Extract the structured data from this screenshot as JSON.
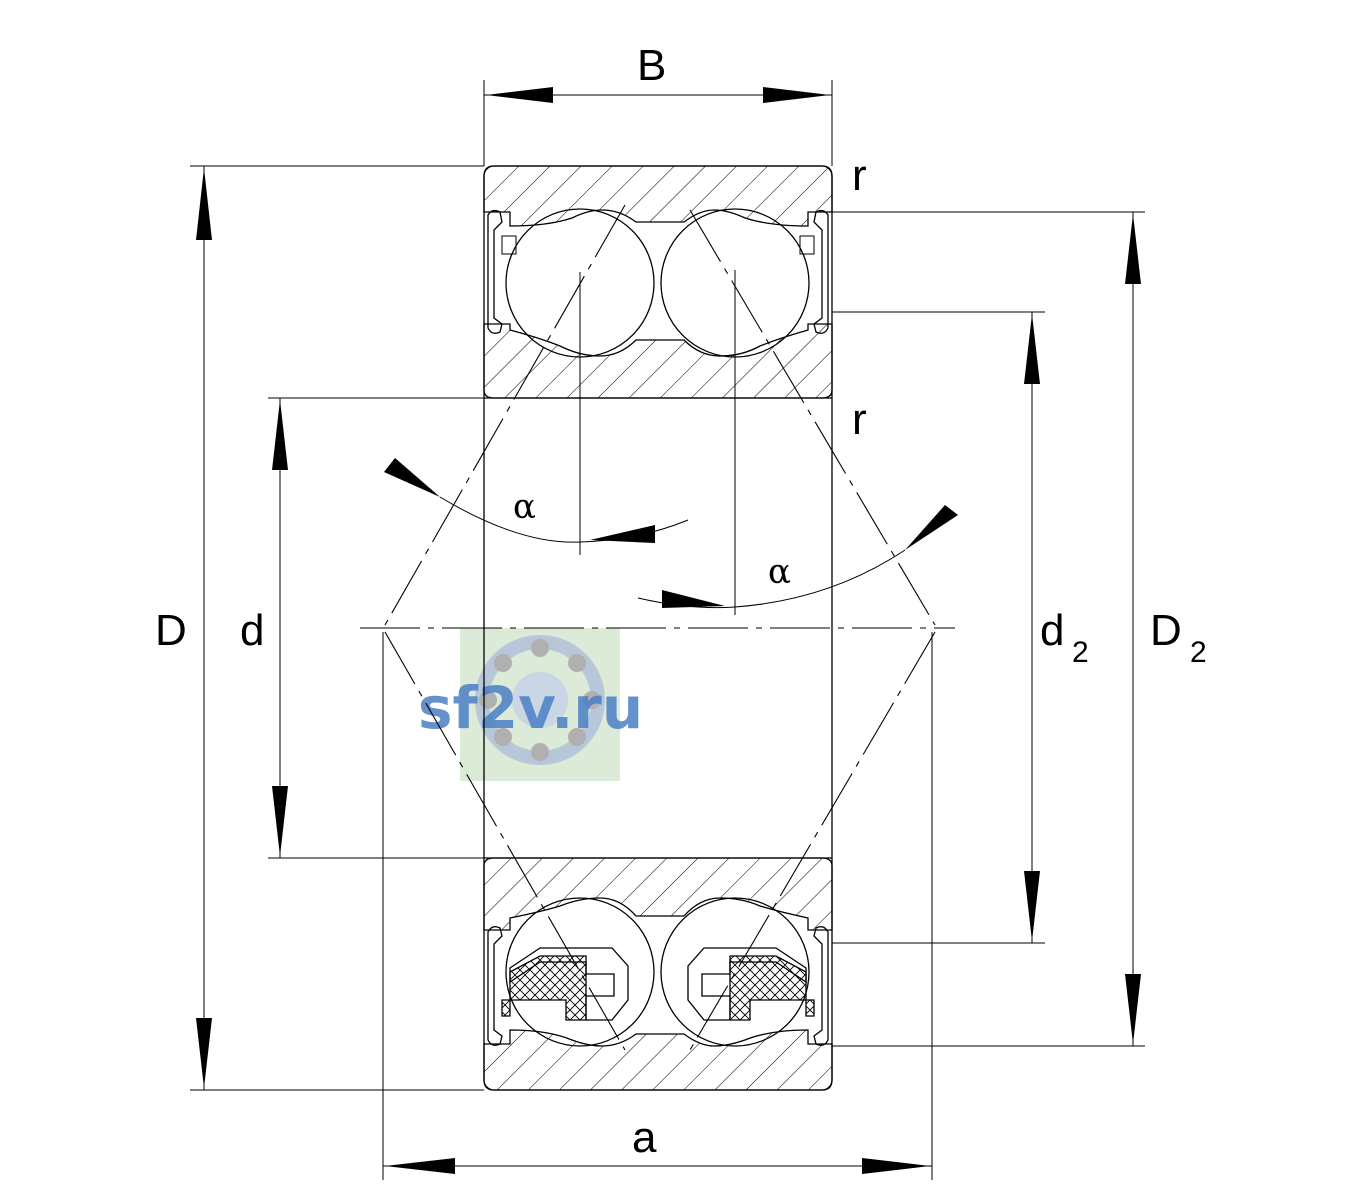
{
  "labels": {
    "width": "B",
    "outer_diameter": "D",
    "bore_diameter": "d",
    "inner_ring_shoulder": "d",
    "inner_ring_shoulder_sub": "2",
    "outer_ring_shoulder": "D",
    "outer_ring_shoulder_sub": "2",
    "pressure_distance": "a",
    "chamfer_top": "r",
    "chamfer_inner": "r",
    "contact_angle_left": "α",
    "contact_angle_right": "α"
  },
  "watermark": {
    "text": "sf2v.ru",
    "icon": "ball-bearing-icon",
    "color": "#4a7fc4",
    "background": "#dcebd8"
  },
  "colors": {
    "line": "#000000",
    "background": "#ffffff"
  }
}
